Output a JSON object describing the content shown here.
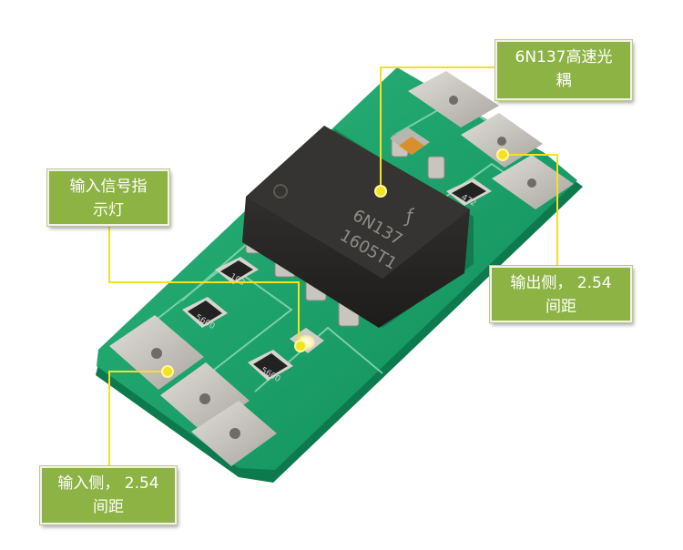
{
  "callouts": {
    "optocoupler": "6N137高速光\n耦",
    "input_led": "输入信号指\n示灯",
    "output_side": "输出侧， 2.54\n间距",
    "input_side": "输入侧， 2.54\n间距"
  },
  "chip": {
    "line1": "6N137",
    "line2": "1605T1"
  },
  "resistors": {
    "r1": "472",
    "r2": "103",
    "r3": "5600",
    "r4": "5600"
  },
  "colors": {
    "pcb": "#1aa06a",
    "pad": "#c9c6c0",
    "callout_bg": "#8db345",
    "leader": "#f2e31e",
    "chip": "#2e2d2b"
  }
}
